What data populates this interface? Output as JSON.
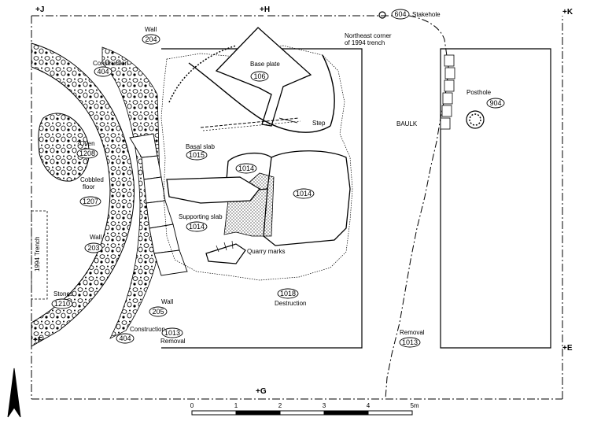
{
  "grid_points": {
    "j": "+J",
    "h": "+H",
    "k": "+K",
    "f": "+F",
    "g": "+G",
    "e": "+E"
  },
  "features": {
    "stakehole": {
      "label": "Stakehole",
      "id": "604"
    },
    "northeast_corner": {
      "line1": "Northeast corner",
      "line2": "of 1994 trench"
    },
    "wall_204": {
      "label": "Wall",
      "id": "204"
    },
    "construction_404_top": {
      "label": "Construction",
      "id": "404"
    },
    "base_plate": {
      "label": "Base plate",
      "id": "106"
    },
    "step": {
      "label": "Step"
    },
    "baulk": {
      "label": "BAULK"
    },
    "posthole": {
      "label": "Posthole",
      "id": "904"
    },
    "oven": {
      "label": "?Oven",
      "id": "1208"
    },
    "basal_slab": {
      "label": "Basal slab",
      "id": "1015"
    },
    "slab_1014_a": {
      "id": "1014"
    },
    "slab_1014_b": {
      "id": "1014"
    },
    "cobbled_floor": {
      "line1": "Cobbled",
      "line2": "floor",
      "id": "1207"
    },
    "supporting_slab": {
      "label": "Supporting slab",
      "id": "1014"
    },
    "trench_1994": {
      "label": "1994 Trench"
    },
    "wall_203": {
      "label": "Wall",
      "id": "203"
    },
    "quarry_marks": {
      "label": "Quarry marks"
    },
    "stones": {
      "label": "Stones",
      "id": "1210"
    },
    "destruction": {
      "label": "Destruction",
      "id": "1018"
    },
    "wall_205": {
      "label": "Wall",
      "id": "205"
    },
    "construction_404_bottom": {
      "label": "Construction",
      "id": "404"
    },
    "removal_1013_left": {
      "label": "Removal",
      "id": "1013"
    },
    "removal_1013_right": {
      "label": "Removal",
      "id": "1013"
    }
  },
  "scale_bar": {
    "ticks": [
      "0",
      "1",
      "2",
      "3",
      "4",
      "5m"
    ]
  },
  "north_arrow": {
    "icon": "north-arrow-icon"
  }
}
